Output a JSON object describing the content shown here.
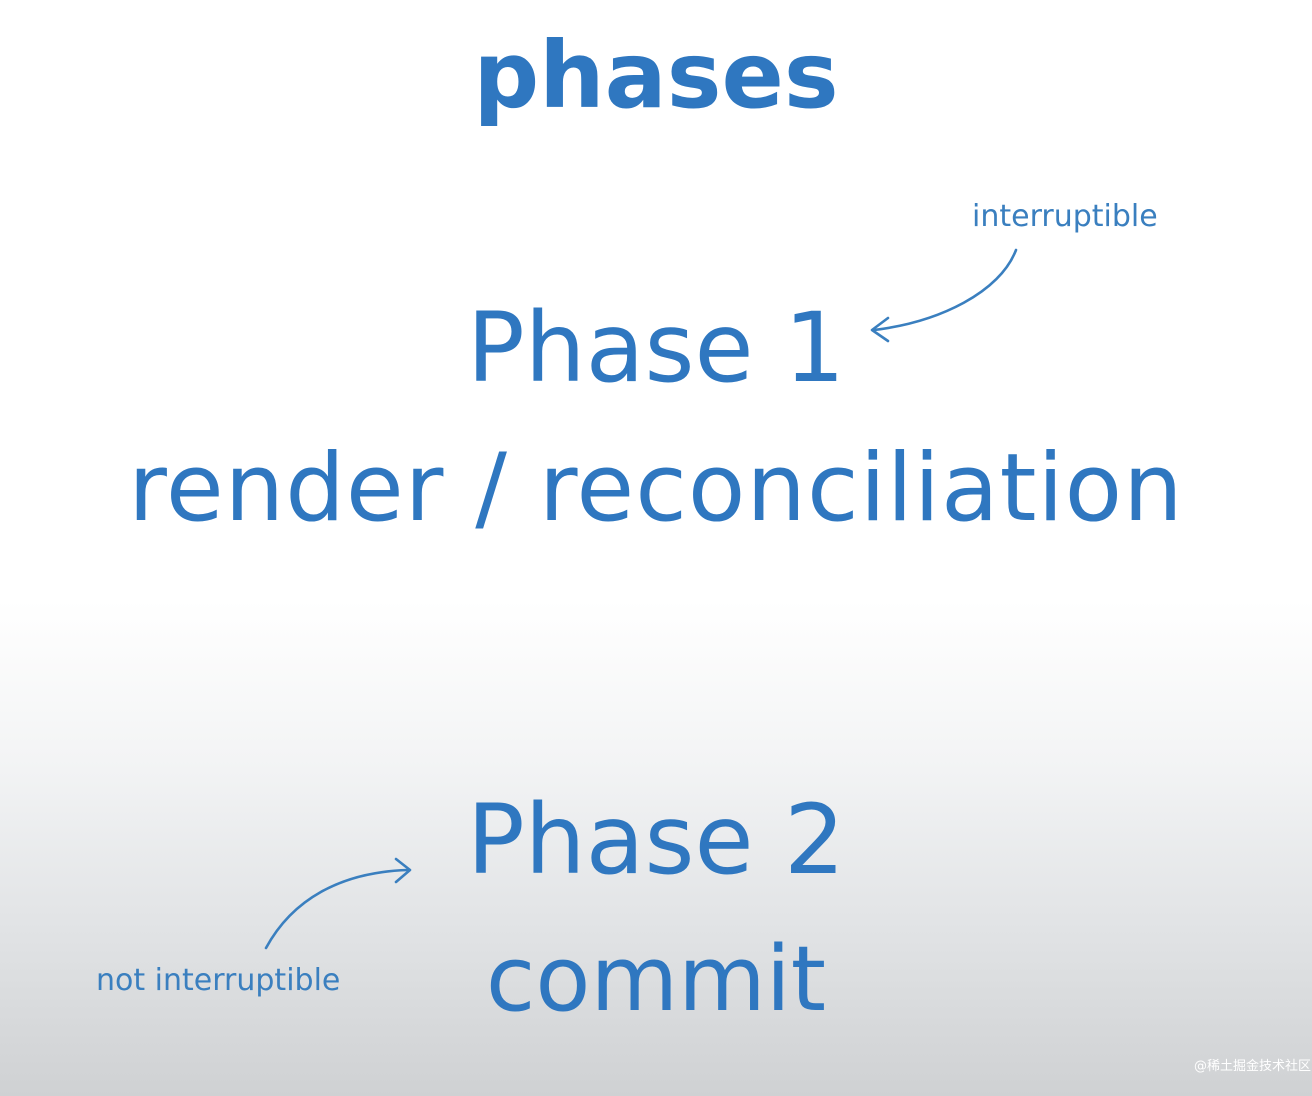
{
  "diagram": {
    "title": "phases",
    "phase1": {
      "label": "Phase 1",
      "subtitle": "render / reconciliation",
      "note": "interruptible"
    },
    "phase2": {
      "label": "Phase 2",
      "subtitle": "commit",
      "note": "not interruptible"
    }
  },
  "watermark": "@稀土掘金技术社区",
  "colors": {
    "text": "#2f77c0",
    "annotation": "#3a7fbf",
    "arrow": "#3a7fbf",
    "watermark": "#ffffff"
  },
  "icons": {
    "arrow_to_phase1": "curved-arrow-icon",
    "arrow_to_phase2": "curved-arrow-icon"
  }
}
